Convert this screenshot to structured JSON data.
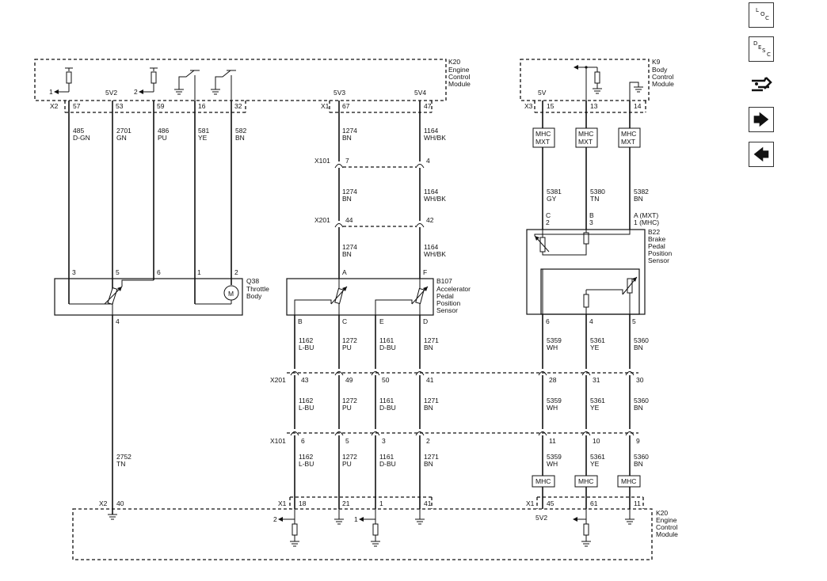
{
  "nav": {
    "loc": {
      "l1": "L",
      "l2": "O",
      "l3": "C"
    },
    "desc": {
      "l1": "D",
      "l2": "E",
      "l3": "S",
      "l4": "C"
    },
    "forward_glyph": "🡆",
    "back_glyph": "🡄"
  },
  "k20_top": {
    "name": "K20",
    "l1": "Engine",
    "l2": "Control",
    "l3": "Module",
    "conn1": "X2",
    "conn2": "X1",
    "v1": "5V2",
    "v2": "5V3",
    "v3": "5V4",
    "arrow1": "1",
    "arrow2": "2",
    "pins": [
      "57",
      "53",
      "59",
      "16",
      "32",
      "67",
      "47"
    ]
  },
  "k9": {
    "name": "K9",
    "l1": "Body",
    "l2": "Control",
    "l3": "Module",
    "conn": "X3",
    "v": "5V",
    "pins": [
      "15",
      "13",
      "14"
    ]
  },
  "mhc_mxt": {
    "l1": "MHC",
    "l2": "MXT"
  },
  "mhc": "MHC",
  "wires": {
    "w485": {
      "n": "485",
      "c": "D-GN"
    },
    "w2701": {
      "n": "2701",
      "c": "GN"
    },
    "w486": {
      "n": "486",
      "c": "PU"
    },
    "w581": {
      "n": "581",
      "c": "YE"
    },
    "w582": {
      "n": "582",
      "c": "BN"
    },
    "w1274": {
      "n": "1274",
      "c": "BN"
    },
    "w1164": {
      "n": "1164",
      "c": "WH/BK"
    },
    "w5381": {
      "n": "5381",
      "c": "GY"
    },
    "w5380": {
      "n": "5380",
      "c": "TN"
    },
    "w5382": {
      "n": "5382",
      "c": "BN"
    },
    "w1162": {
      "n": "1162",
      "c": "L-BU"
    },
    "w1272": {
      "n": "1272",
      "c": "PU"
    },
    "w1161": {
      "n": "1161",
      "c": "D-BU"
    },
    "w1271": {
      "n": "1271",
      "c": "BN"
    },
    "w5359": {
      "n": "5359",
      "c": "WH"
    },
    "w5361": {
      "n": "5361",
      "c": "YE"
    },
    "w5360": {
      "n": "5360",
      "c": "BN"
    },
    "w2752": {
      "n": "2752",
      "c": "TN"
    }
  },
  "x101": {
    "name": "X101",
    "p_apps_top": [
      "7",
      "4"
    ],
    "p_bot": [
      "6",
      "5",
      "3",
      "2",
      "11",
      "10",
      "9"
    ]
  },
  "x201": {
    "name": "X201",
    "p_apps_top": [
      "44",
      "42"
    ],
    "p_bot": [
      "43",
      "49",
      "50",
      "41",
      "28",
      "31",
      "30"
    ]
  },
  "q38": {
    "name": "Q38",
    "l1": "Throttle",
    "l2": "Body",
    "pins_top": [
      "3",
      "5",
      "6",
      "1",
      "2"
    ],
    "pin_bot": "4",
    "motor": "M"
  },
  "b107": {
    "name": "B107",
    "l1": "Accelerator",
    "l2": "Pedal",
    "l3": "Position",
    "l4": "Sensor",
    "pins_top": [
      "A",
      "F"
    ],
    "pins_bot": [
      "B",
      "C",
      "E",
      "D"
    ]
  },
  "b22": {
    "name": "B22",
    "l1": "Brake",
    "l2": "Pedal",
    "l3": "Position",
    "l4": "Sensor",
    "c_top": [
      "C",
      "B",
      "A  (MXT)"
    ],
    "c_top2": [
      "2",
      "3",
      "1 (MHC)"
    ],
    "pins_bot": [
      "6",
      "4",
      "5"
    ]
  },
  "k20_bot": {
    "name": "K20",
    "l1": "Engine",
    "l2": "Control",
    "l3": "Module",
    "conn_x2": "X2",
    "pin_x2": "40",
    "conn_x1a": "X1",
    "conn_x1b": "X1",
    "pins_a": [
      "18",
      "21",
      "1",
      "41"
    ],
    "pins_b": [
      "45",
      "61",
      "11"
    ],
    "v": "5V2",
    "arrow2": "2",
    "arrow1": "1"
  }
}
